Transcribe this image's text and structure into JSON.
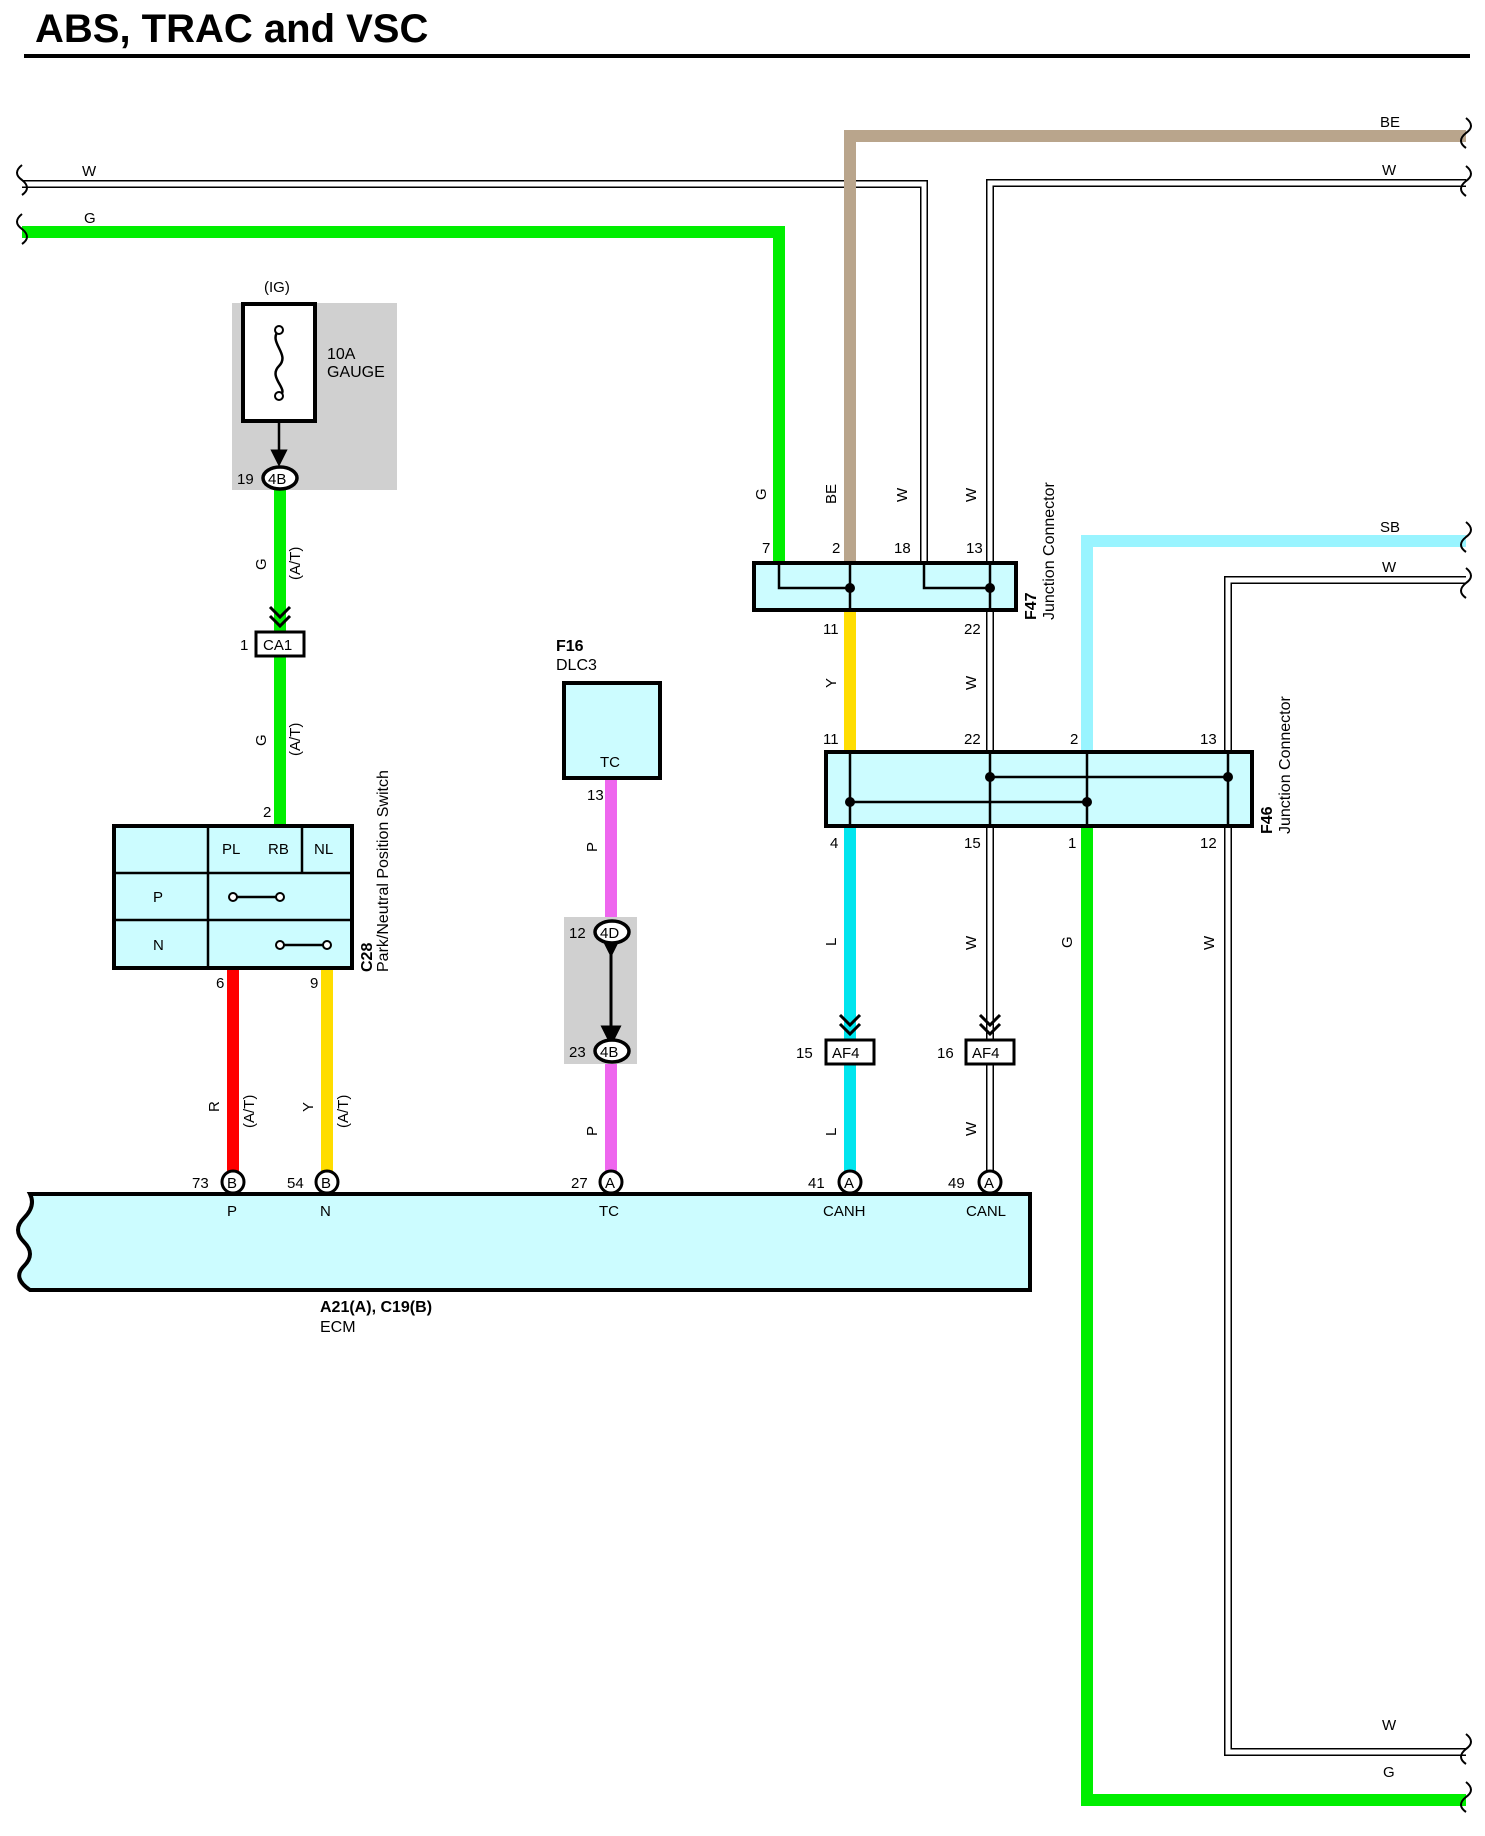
{
  "title": "ABS, TRAC and VSC",
  "wire_colors": {
    "G": "#00ee00",
    "W": "#ffffff",
    "BE": "#b9a58c",
    "SB": "#99f4ff",
    "Y": "#ffdd00",
    "R": "#ff0000",
    "P": "#ee66ee",
    "L": "#00e5ee"
  },
  "component_fill": "#ccfcff",
  "fuse": {
    "power_label": "(IG)",
    "rating": "10A",
    "name": "GAUGE",
    "pin": "19",
    "connector": "4B"
  },
  "connector_ca1": {
    "pin": "1",
    "id": "CA1"
  },
  "switch_c28": {
    "id": "C28",
    "name": "Park/Neutral Position Switch",
    "columns": [
      "PL",
      "RB",
      "NL"
    ],
    "rows": [
      "P",
      "N"
    ],
    "pins": {
      "top": "2",
      "p_out": "6",
      "n_out": "9"
    }
  },
  "dlc3": {
    "id": "F16",
    "name": "DLC3",
    "terminal": "TC",
    "pin": "13",
    "relay_top": {
      "pin": "12",
      "connector": "4D"
    },
    "relay_bottom": {
      "pin": "23",
      "connector": "4B"
    }
  },
  "junction_f47": {
    "id": "F47",
    "name": "Junction Connector",
    "top_pins": [
      "7",
      "2",
      "18",
      "13"
    ],
    "bottom_pins": [
      "11",
      "22"
    ]
  },
  "junction_f46": {
    "id": "F46",
    "name": "Junction Connector",
    "top_pins": [
      "11",
      "22",
      "2",
      "13"
    ],
    "bottom_pins": [
      "4",
      "15",
      "1",
      "12"
    ]
  },
  "connectors_af4": [
    {
      "pin": "15",
      "id": "AF4"
    },
    {
      "pin": "16",
      "id": "AF4"
    }
  ],
  "ecm": {
    "id": "A21(A), C19(B)",
    "name": "ECM",
    "terminals": [
      {
        "pin": "73",
        "connector": "B",
        "name": "P"
      },
      {
        "pin": "54",
        "connector": "B",
        "name": "N"
      },
      {
        "pin": "27",
        "connector": "A",
        "name": "TC"
      },
      {
        "pin": "41",
        "connector": "A",
        "name": "CANH"
      },
      {
        "pin": "49",
        "connector": "A",
        "name": "CANL"
      }
    ]
  },
  "wire_labels": {
    "top_w": "W",
    "top_g": "G",
    "right_be": "BE",
    "right_w1": "W",
    "right_sb": "SB",
    "right_w2": "W",
    "bottom_w": "W",
    "bottom_g": "G",
    "f47_g": "G",
    "f47_be": "BE",
    "f47_w1": "W",
    "f47_w2": "W",
    "fuse_g": "G",
    "at1": "(A/T)",
    "sw_g": "G",
    "at2": "(A/T)",
    "dlc_p1": "P",
    "dlc_p2": "P",
    "mid_y": "Y",
    "mid_w": "W",
    "low_l1": "L",
    "low_w1": "W",
    "low_g": "G",
    "low_w2": "W",
    "low_l2": "L",
    "low_w3": "W",
    "r": "R",
    "at3": "(A/T)",
    "y": "Y",
    "at4": "(A/T)"
  }
}
